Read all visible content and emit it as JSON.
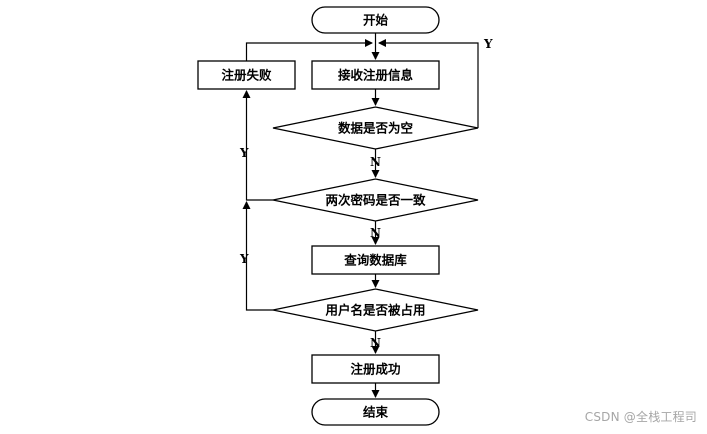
{
  "nodes": {
    "start": "开始",
    "receive": "接收注册信息",
    "empty_check": "数据是否为空",
    "password_check": "两次密码是否一致",
    "query_db": "查询数据库",
    "username_check": "用户名是否被占用",
    "success": "注册成功",
    "fail": "注册失败",
    "end": "结束"
  },
  "edge_labels": {
    "empty_yes": "Y",
    "empty_no": "N",
    "password_yes": "Y",
    "password_no": "N",
    "username_yes": "Y",
    "username_no": "N"
  },
  "watermark": "CSDN @全栈工程司"
}
